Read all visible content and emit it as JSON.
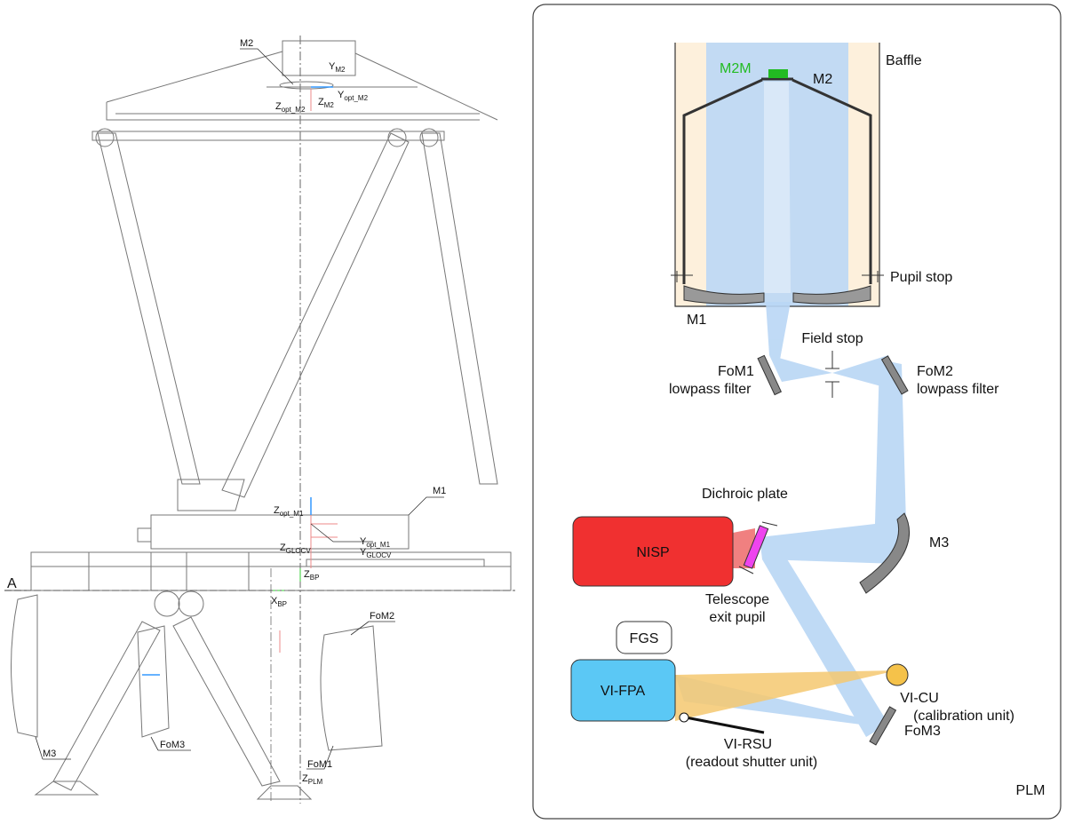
{
  "left_drawing": {
    "labels": {
      "m2": "M2",
      "y_m2": {
        "main": "Y",
        "sub": "M2"
      },
      "y_opt_m2": {
        "main": "Y",
        "sub": "opt_M2"
      },
      "z_opt_m2": {
        "main": "Z",
        "sub": "opt_M2"
      },
      "z_m2": {
        "main": "Z",
        "sub": "M2"
      },
      "m1": "M1",
      "z_opt_m1": {
        "main": "Z",
        "sub": "opt_M1"
      },
      "z_glocv": {
        "main": "Z",
        "sub": "GLOCV"
      },
      "y_opt_m1": {
        "main": "Y",
        "sub": "opt_M1"
      },
      "y_glocv": {
        "main": "Y",
        "sub": "GLOCV"
      },
      "z_bp": {
        "main": "Z",
        "sub": "BP"
      },
      "x_bp": {
        "main": "X",
        "sub": "BP"
      },
      "a": "A",
      "fom2": "FoM2",
      "fom1": "FoM1",
      "fom3": "FoM3",
      "m3": "M3",
      "z_plm": {
        "main": "Z",
        "sub": "PLM"
      }
    }
  },
  "right_panel": {
    "title": "PLM",
    "labels": {
      "baffle": "Baffle",
      "m2m": "M2M",
      "m2": "M2",
      "pupil_stop": "Pupil stop",
      "m1": "M1",
      "field_stop": "Field stop",
      "fom1": "FoM1",
      "fom1_sub": "lowpass filter",
      "fom2": "FoM2",
      "fom2_sub": "lowpass filter",
      "dichroic": "Dichroic plate",
      "nisp": "NISP",
      "m3": "M3",
      "exit_pupil_1": "Telescope",
      "exit_pupil_2": "exit pupil",
      "fgs": "FGS",
      "vi_fpa": "VI-FPA",
      "vi_cu": "VI-CU",
      "vi_cu_sub": "(calibration unit)",
      "fom3": "FoM3",
      "vi_rsu": "VI-RSU",
      "vi_rsu_sub": "(readout shutter unit)"
    },
    "colors": {
      "m2m": "#22bb22",
      "beam": "#b9d6f5",
      "baffle": "#fdf0dc",
      "nisp": "#f03030",
      "dichroic": "#ee44ee",
      "vi_fpa": "#5bc8f5",
      "calibration_light": "#f5c870",
      "mirror": "#888888"
    }
  }
}
